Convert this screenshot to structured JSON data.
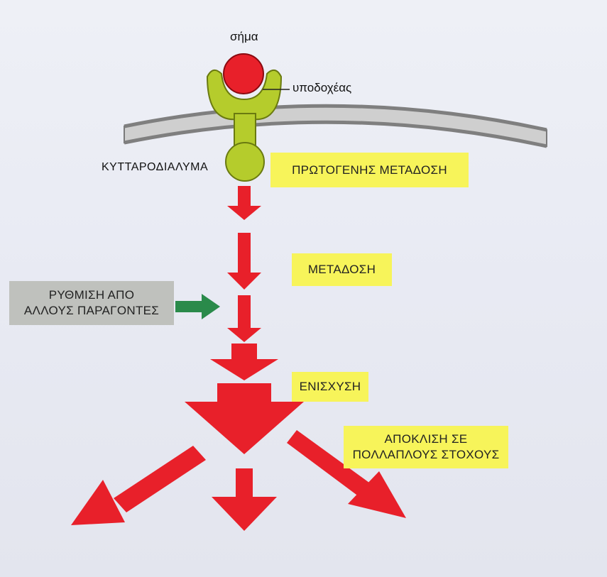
{
  "labels": {
    "signal": "σήμα",
    "receptor": "υποδοχέας",
    "cytoplasm": "ΚΥΤΤΑΡΟΔΙΑΛΥΜΑ"
  },
  "boxes": {
    "primary": "ΠΡΩΤΟΓΕΝΗΣ ΜΕΤΑΔΟΣΗ",
    "transduction": "ΜΕΤΑΔΟΣΗ",
    "regulation_line1": "ΡΥΘΜΙΣΗ ΑΠΟ",
    "regulation_line2": "ΑΛΛΟΥΣ ΠΑΡΑΓΟΝΤΕΣ",
    "amplification": "ΕΝΙΣΧΥΣΗ",
    "divergence_line1": "ΑΠΟΚΛΙΣΗ ΣΕ",
    "divergence_line2": "ΠΟΛΛΑΠΛΟΥΣ ΣΤΟΧΟΥΣ"
  },
  "colors": {
    "arrow": "#e8202a",
    "signal": "#e8202a",
    "receptor": "#b5cc2c",
    "membrane": "#9a9a9a",
    "box": "#f7f45a",
    "regulation_box": "#bfc1bd",
    "regulation_arrow": "#2a8a4a"
  }
}
